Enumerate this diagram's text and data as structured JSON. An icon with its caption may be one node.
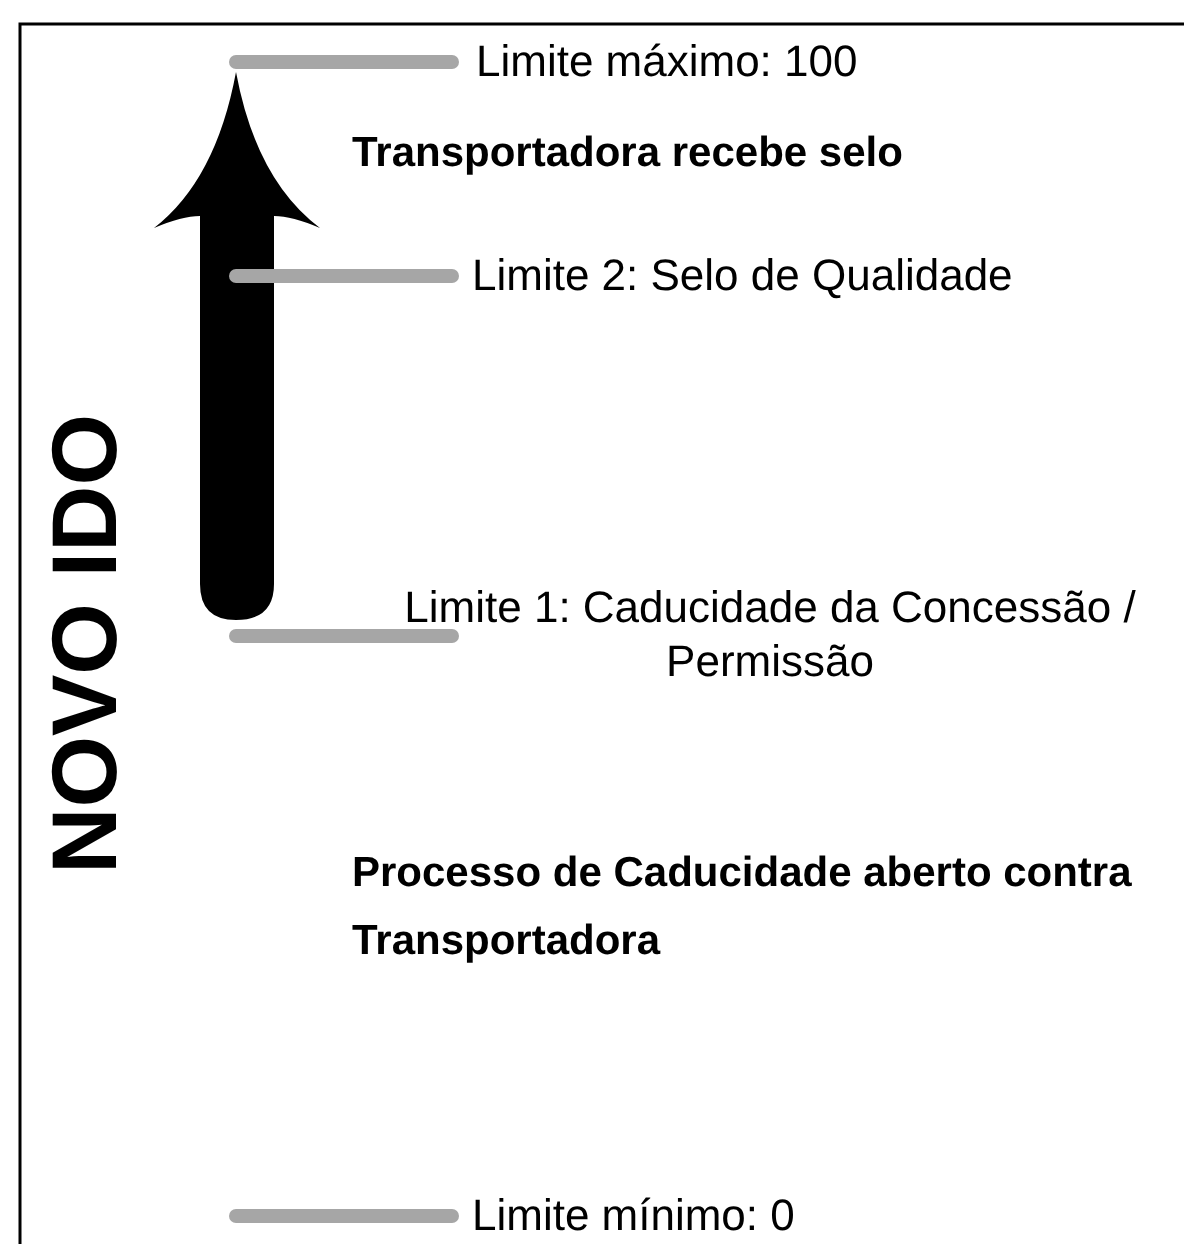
{
  "diagram": {
    "labels": [
      "Limite máximo: 100",
      "Transportadora recebe selo",
      "Limite 2: Selo de Qualidade",
      "NOVO IDO",
      "Limite 1: Caducidade da Concessão / Permissão",
      "Processo de Caducidade aberto contra Transportadora",
      "Limite mínimo: 0"
    ]
  }
}
